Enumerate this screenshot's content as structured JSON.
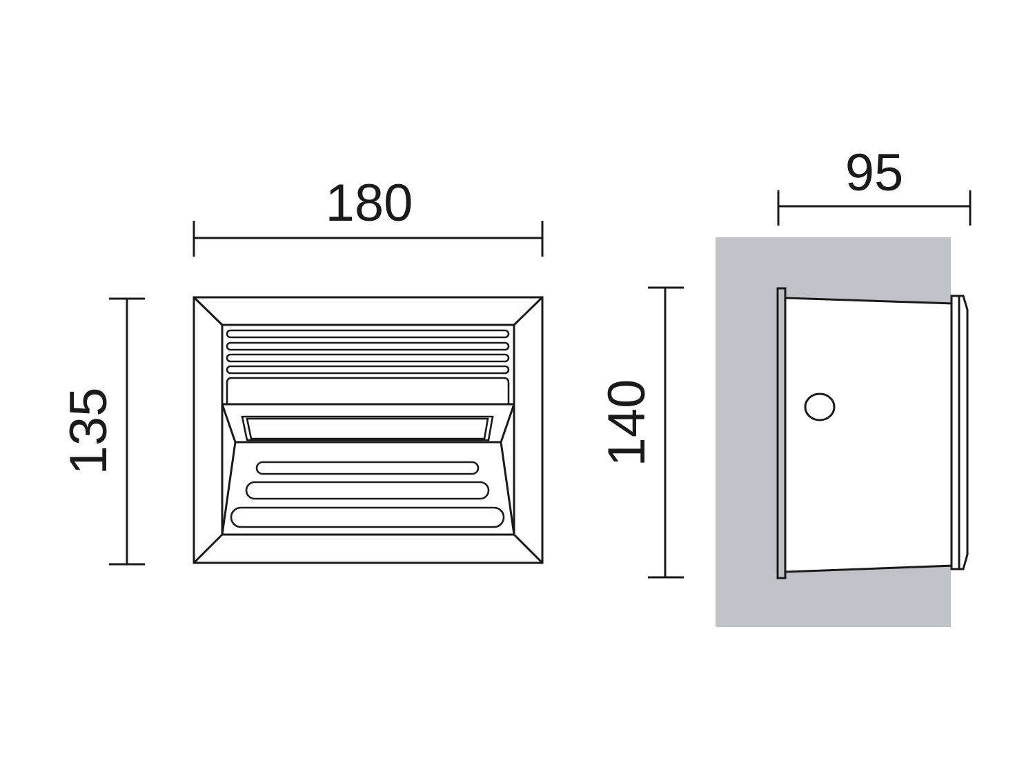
{
  "drawing": {
    "type": "technical dimension drawing",
    "units": "mm",
    "colors": {
      "line": "#1a1a1a",
      "background": "#ffffff",
      "wall": "#c1c2c6"
    }
  },
  "front_view": {
    "width_label": "180",
    "height_label": "135"
  },
  "side_view": {
    "depth_label": "95",
    "height_label": "140"
  }
}
